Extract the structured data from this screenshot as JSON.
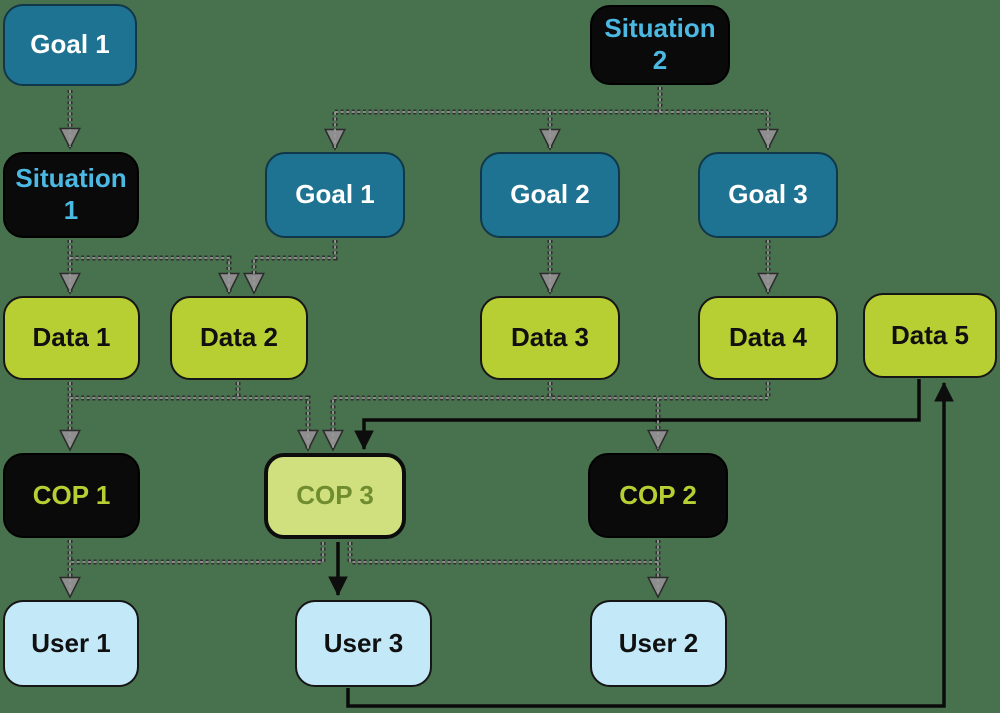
{
  "title": "Situation-Goal-Data-COP-User flow diagram",
  "colors": {
    "bg": "#48714e",
    "teal": "#1f7392",
    "black": "#0a0a0a",
    "sky": "#4cb9e2",
    "lime": "#b8cf33",
    "pale": "#d0e07f",
    "olive": "#6f8c2f",
    "blue": "#c3e8f8",
    "dotdark": "#2e2e2e",
    "dotlight": "#9a9a9a",
    "arrowgray": "#8e8e8e"
  },
  "nodes": {
    "goal1_top": {
      "label": "Goal 1",
      "type": "goal"
    },
    "situation2": {
      "label": "Situation 2",
      "type": "situation"
    },
    "situation1": {
      "label": "Situation 1",
      "type": "situation"
    },
    "goal1": {
      "label": "Goal 1",
      "type": "goal"
    },
    "goal2": {
      "label": "Goal 2",
      "type": "goal"
    },
    "goal3": {
      "label": "Goal 3",
      "type": "goal"
    },
    "data1": {
      "label": "Data 1",
      "type": "data"
    },
    "data2": {
      "label": "Data 2",
      "type": "data"
    },
    "data3": {
      "label": "Data 3",
      "type": "data"
    },
    "data4": {
      "label": "Data 4",
      "type": "data"
    },
    "data5": {
      "label": "Data 5",
      "type": "data"
    },
    "cop1": {
      "label": "COP 1",
      "type": "cop-dark"
    },
    "cop3": {
      "label": "COP 3",
      "type": "cop-highlight"
    },
    "cop2": {
      "label": "COP 2",
      "type": "cop-dark"
    },
    "user1": {
      "label": "User 1",
      "type": "user"
    },
    "user3": {
      "label": "User 3",
      "type": "user"
    },
    "user2": {
      "label": "User 2",
      "type": "user"
    }
  },
  "edges": [
    {
      "from": "Goal 1 (top)",
      "to": "Situation 1",
      "style": "dotted"
    },
    {
      "from": "Situation 2",
      "to": "Goal 1",
      "style": "dotted"
    },
    {
      "from": "Situation 2",
      "to": "Goal 2",
      "style": "dotted"
    },
    {
      "from": "Situation 2",
      "to": "Goal 3",
      "style": "dotted"
    },
    {
      "from": "Situation 1",
      "to": "Data 1",
      "style": "dotted"
    },
    {
      "from": "Situation 1",
      "to": "Data 2",
      "style": "dotted"
    },
    {
      "from": "Goal 1",
      "to": "Data 2",
      "style": "dotted"
    },
    {
      "from": "Goal 2",
      "to": "Data 3",
      "style": "dotted"
    },
    {
      "from": "Goal 3",
      "to": "Data 4",
      "style": "dotted"
    },
    {
      "from": "Data 1",
      "to": "COP 1",
      "style": "dotted"
    },
    {
      "from": "Data 1 / Data 2",
      "to": "COP 3",
      "style": "dotted"
    },
    {
      "from": "Data 3 / Data 4",
      "to": "COP 3",
      "style": "dotted"
    },
    {
      "from": "Data 3 / Data 4",
      "to": "COP 2",
      "style": "dotted"
    },
    {
      "from": "Data 5",
      "to": "COP 3",
      "style": "solid"
    },
    {
      "from": "COP 1",
      "to": "User 1",
      "style": "dotted"
    },
    {
      "from": "COP 3",
      "to": "User 1",
      "style": "dotted"
    },
    {
      "from": "COP 3",
      "to": "User 2",
      "style": "dotted"
    },
    {
      "from": "COP 2",
      "to": "User 2",
      "style": "dotted"
    },
    {
      "from": "COP 3",
      "to": "User 3",
      "style": "solid"
    },
    {
      "from": "User 3",
      "to": "Data 5",
      "style": "solid"
    }
  ]
}
